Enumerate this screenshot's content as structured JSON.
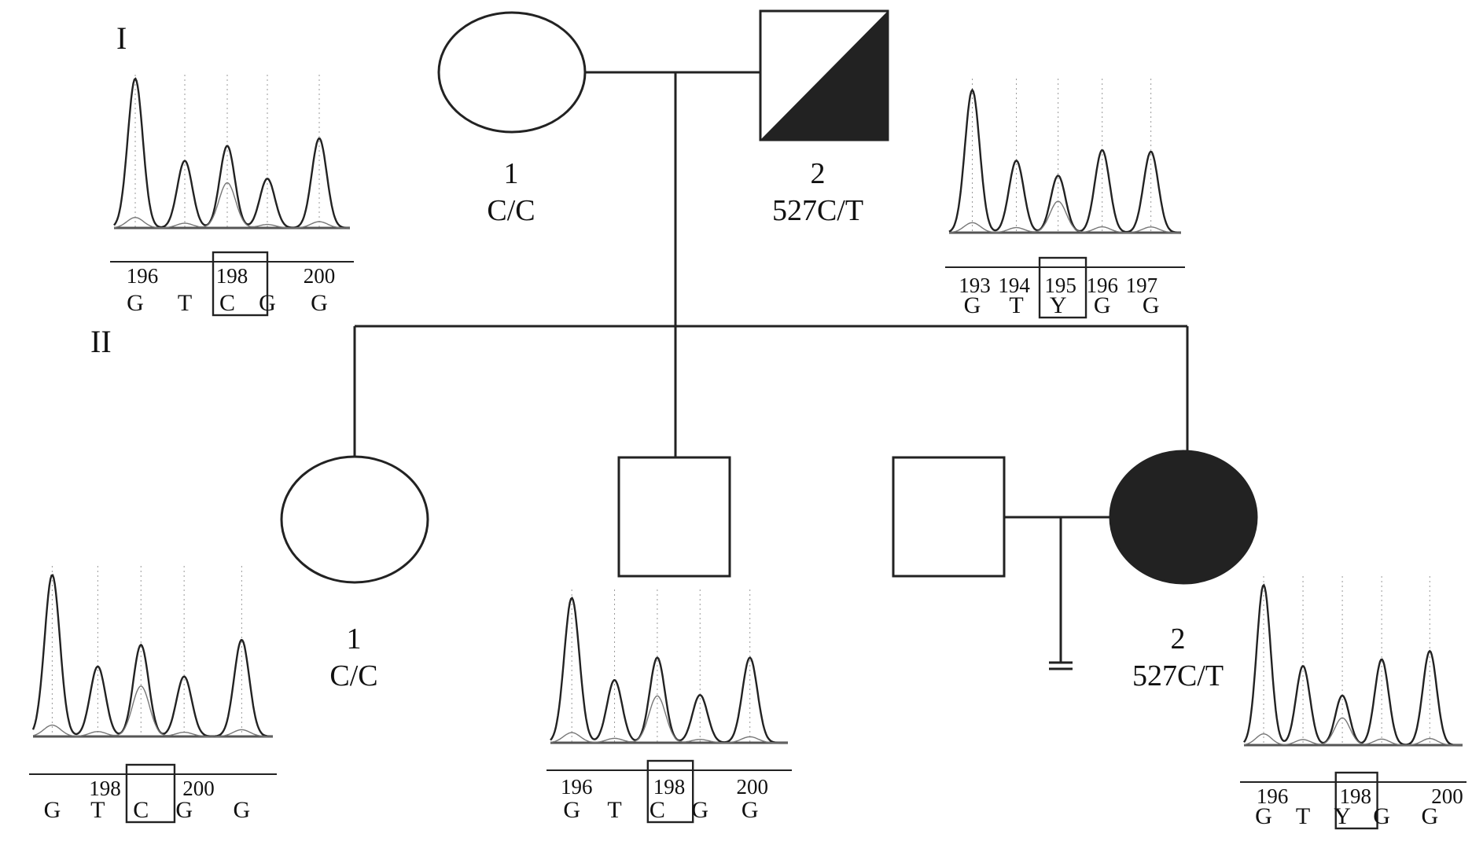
{
  "generations": {
    "I": "I",
    "II": "II"
  },
  "individuals": {
    "I1": {
      "number": "1",
      "genotype": "C/C",
      "sex": "female",
      "affected": false
    },
    "I2": {
      "number": "2",
      "genotype": "527C/T",
      "sex": "male",
      "affected": "carrier"
    },
    "II1": {
      "number": "1",
      "genotype": "C/C",
      "sex": "female",
      "affected": false
    },
    "II_son": {
      "sex": "male",
      "affected": false
    },
    "II_spouse": {
      "sex": "male",
      "affected": false
    },
    "II2": {
      "number": "2",
      "genotype": "527C/T",
      "sex": "female",
      "affected": true
    }
  },
  "chromatograms": [
    {
      "id": "I1",
      "positions": [
        "196",
        "198",
        "200"
      ],
      "bases": [
        "G",
        "T",
        "C",
        "G",
        "G"
      ],
      "boxed_position": "198"
    },
    {
      "id": "I2",
      "positions": [
        "193",
        "194",
        "195",
        "196",
        "197"
      ],
      "bases": [
        "G",
        "T",
        "Y",
        "G",
        "G"
      ],
      "boxed_position": "195"
    },
    {
      "id": "II1",
      "positions": [
        "198",
        "200"
      ],
      "bases": [
        "G",
        "T",
        "C",
        "G",
        "G"
      ],
      "boxed_position": "198"
    },
    {
      "id": "II_son",
      "positions": [
        "196",
        "198",
        "200"
      ],
      "bases": [
        "G",
        "T",
        "C",
        "G",
        "G"
      ],
      "boxed_position": "198"
    },
    {
      "id": "II2",
      "positions": [
        "196",
        "198",
        "200"
      ],
      "bases": [
        "G",
        "T",
        "Y",
        "G",
        "G"
      ],
      "boxed_position": "198"
    }
  ],
  "colors": {
    "line": "#222222",
    "fill_affected": "#222222",
    "background": "#ffffff"
  }
}
